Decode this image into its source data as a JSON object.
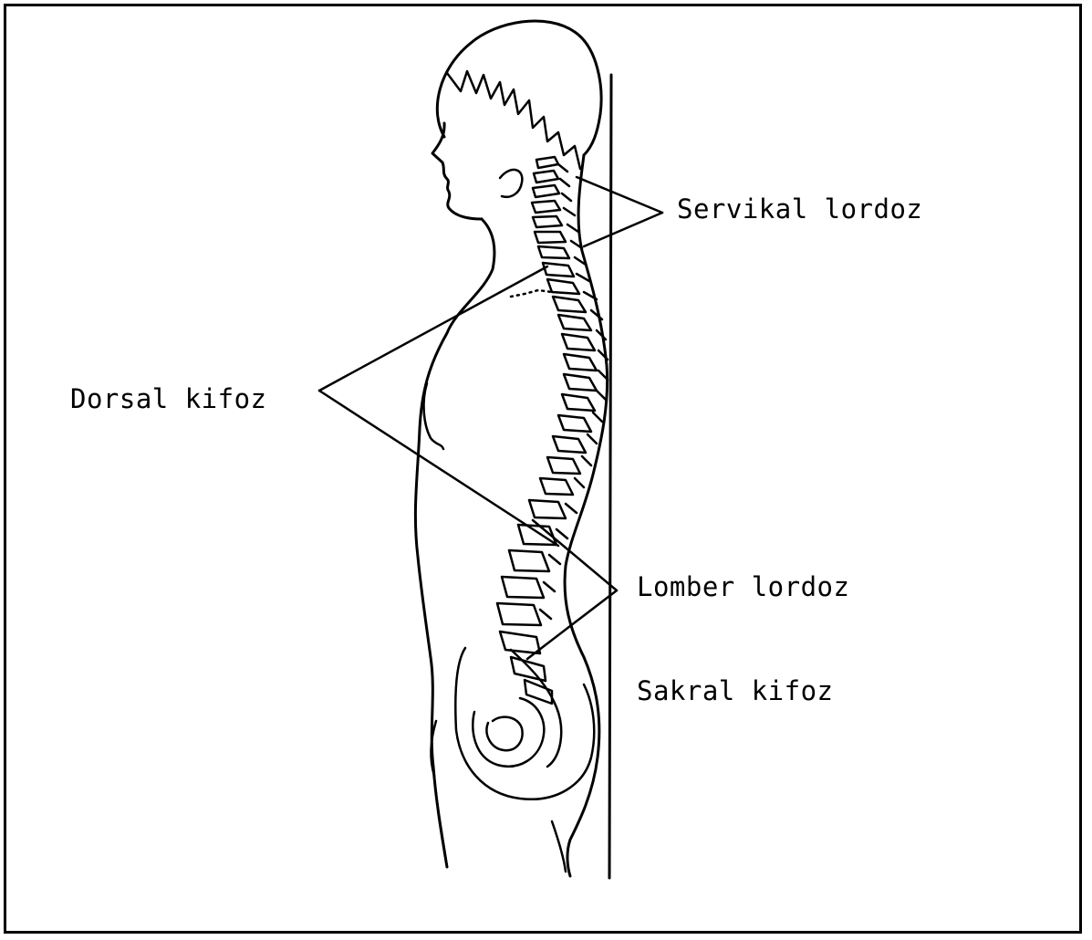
{
  "labels": {
    "servikal": "Servikal lordoz",
    "dorsal": "Dorsal kifoz",
    "lomber": "Lomber lordoz",
    "sakral": "Sakral kifoz"
  },
  "colors": {
    "ink": "#000000",
    "paper": "#ffffff"
  }
}
